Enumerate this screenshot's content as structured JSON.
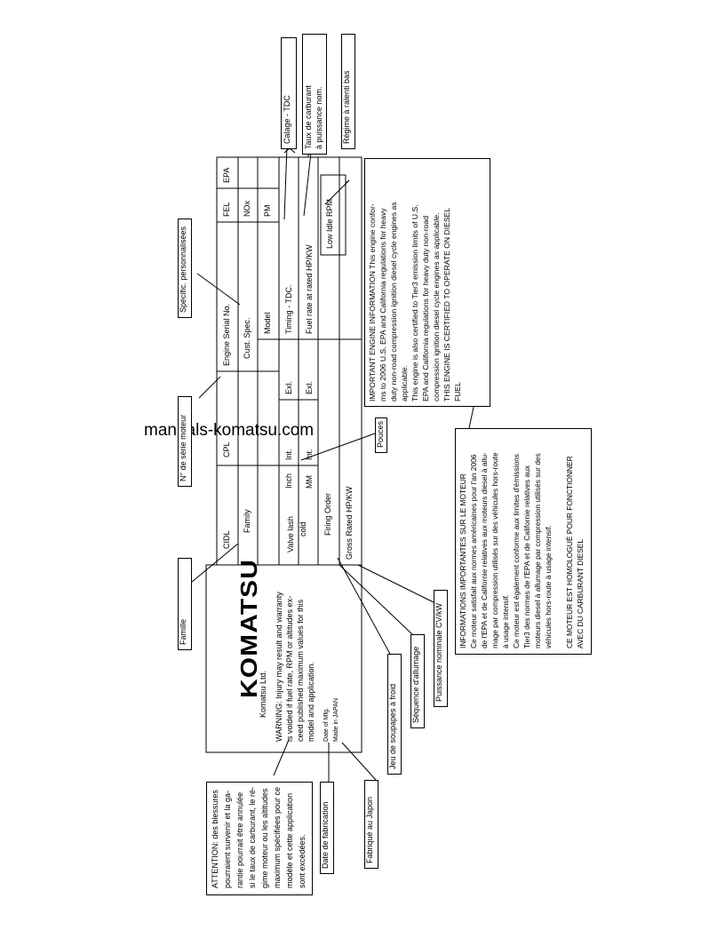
{
  "watermark": "manuals-komatsu.com",
  "logo": "KOMATSU",
  "plate": {
    "maker": "Komatsu Ltd.",
    "warning": [
      "WARNING: Injury may result and warranty",
      "is voided if fuel rate, RPM or altitudes ex-",
      "ceed published maximum values for this",
      "model and application."
    ],
    "date_of_mfg": "Date of Mfg.",
    "made_in": "Made in JAPAN",
    "cidl": "CIDL",
    "cpl": "CPL",
    "engine_serial": "Engine Serial No.",
    "fel": "FEL",
    "epa": "EPA",
    "family": "Family",
    "cust_spec": "Cust. Spec.",
    "nox": "NOx",
    "pm": "PM",
    "model": "Model",
    "valve_lash": "Valve lash",
    "cold": "cold",
    "inch": "Inch",
    "mm": "MM",
    "int1": "Int.",
    "int2": "Int.",
    "exh1": "Exl.",
    "exh2": "Exl.",
    "timing": "Timing - TDC.",
    "fuel_rate": "Fuel rate at rated HP/KW",
    "firing_order": "Firing Order",
    "low_idle": "Low Idle RPM",
    "gross_rated": "Gross Rated HP/KW"
  },
  "important_en": [
    "IMPORTANT ENGINE INFORMATION This engine confor-",
    "ms to 2006 U.S. EPA and California regulations for heavy",
    "duty non-road compression ignition diesel cycle engines as",
    "applicable.",
    "This engine is also certified to Tier3 emission limits of U.S.",
    "EPA and California regulations for heavy duty non-road",
    "compression ignition diesel cycle engines as applicable.",
    "THIS ENGINE IS CERTIFIED TO OPERATE ON DIESEL",
    "FUEL"
  ],
  "important_fr": [
    "INFORMATIONS IMPORTANTES SUR LE MOTEUR",
    "Ce moteur satisfait aux normes américaines pour l'an 2006",
    "de l'EPA et de Californie relatives aux moteurs diesel à allu-",
    "mage par compression utilisés sur des véhicules hors-route",
    "à usage intensif.",
    "Ce moteur est également conforme aux limites d'émissions",
    "Tier3 des normes de l'EPA et de Californie relatives aux",
    "moteurs diesel à allumage par compression utilisés sur des",
    "véhicules hors-route à usage intensif.",
    "CE MOTEUR EST HOMOLOGUÉ POUR FONCTIONNER",
    "AVEC DU CARBURANT DIESEL"
  ],
  "attention_fr": [
    "ATTENTION: des blessures",
    "pourraient survenir et la ga-",
    "rantie pourrait être annulée",
    "si le taux de carburant, le ré-",
    "gime moteur ou les altitudes",
    "maximum spécifiées pour ce",
    "modèle et cette application",
    "sont excédées."
  ],
  "labels": {
    "calage": "Calage - TDC",
    "taux": [
      "Taux de carburant",
      "à puissance nom."
    ],
    "regime": "Régime à ralenti bas",
    "specific": "Spécific. personnalisées",
    "serie": "N° de série moteur",
    "pouces": "Pouces",
    "famille": "Famille",
    "jeu": "Jeu de soupapes à froid",
    "sequence": "Séquence d'allumage",
    "puissance": "Puissance nominale CV/kW",
    "date_fab": "Date de fabrication",
    "fabrique": "Fabriqué au Japon"
  }
}
